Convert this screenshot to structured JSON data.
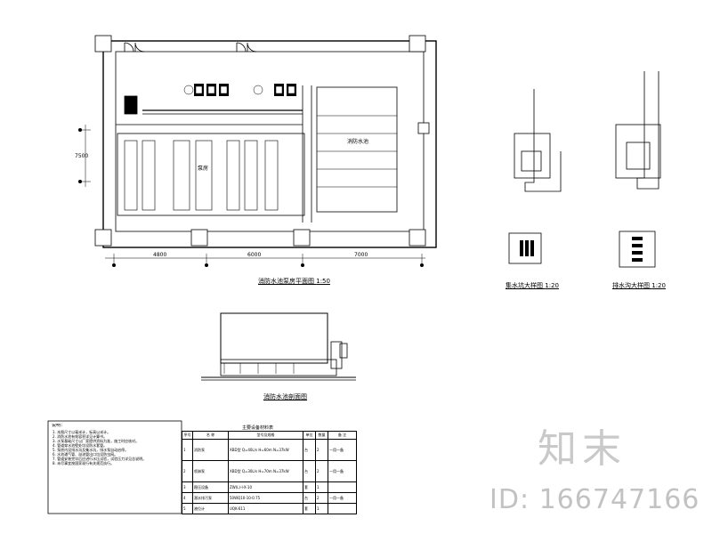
{
  "drawing": {
    "plan_title": "消防水池泵房平面图",
    "plan_scale": "1:50",
    "section_title": "消防水池剖面图",
    "detail1_title": "集水坑大样图",
    "detail1_scale": "1:20",
    "detail2_title": "排水沟大样图",
    "detail2_scale": "1:20",
    "dims_bottom": [
      "4800",
      "6000",
      "7000"
    ],
    "dim_left": "7500",
    "pool_label": "消防水池",
    "pump_room_label": "泵房"
  },
  "notes": {
    "heading": "说明：",
    "lines": [
      "1. 本图尺寸以毫米计，标高以米计。",
      "2. 消防水池有效容积详见计算书。",
      "3. 水泵基础尺寸以厂家提供资料为准，施工时应核对。",
      "4. 管道穿水池壁处均设防水套管。",
      "5. 泵房内设排水沟及集水坑，排水泵自动启停。",
      "6. 水池通气管、溢流管出口均设防虫网。",
      "7. 管道安装完毕后应进行水压试验，试验压力详见总说明。",
      "8. 未尽事宜按国家现行有关规范执行。"
    ]
  },
  "table": {
    "title": "主要设备材料表",
    "headers": [
      "序号",
      "名 称",
      "型号及规格",
      "单位",
      "数量",
      "备 注"
    ],
    "rows": [
      {
        "no": "1",
        "name": "消防泵",
        "spec": "XBD型 Q=40L/s H=60m N=37kW",
        "unit": "台",
        "qty": "2",
        "note": "一用一备"
      },
      {
        "no": "2",
        "name": "喷淋泵",
        "spec": "XBD型 Q=30L/s H=70m N=37kW",
        "unit": "台",
        "qty": "2",
        "note": "一用一备"
      },
      {
        "no": "3",
        "name": "稳压设备",
        "spec": "ZW(L)-I-X-10",
        "unit": "套",
        "qty": "1",
        "note": ""
      },
      {
        "no": "4",
        "name": "潜水排污泵",
        "spec": "50WQ10-10-0.75",
        "unit": "台",
        "qty": "2",
        "note": "一用一备"
      },
      {
        "no": "5",
        "name": "液位计",
        "spec": "UQK-611",
        "unit": "套",
        "qty": "1",
        "note": ""
      }
    ]
  },
  "watermark": {
    "logo": "知末",
    "id": "ID: 166747166"
  }
}
